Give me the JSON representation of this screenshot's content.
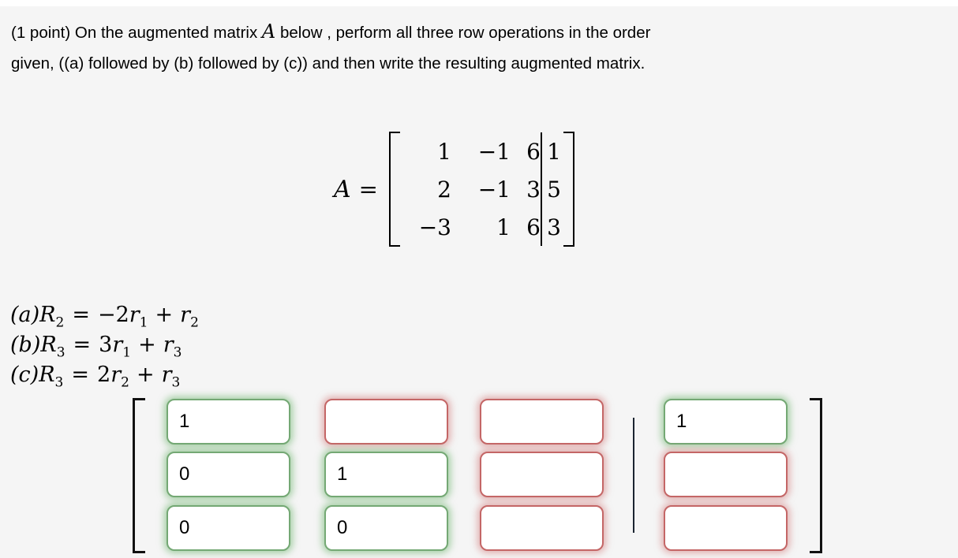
{
  "problem": {
    "line1_pre": "(1 point) On the augmented matrix ",
    "line1_math": "A",
    "line1_post": " below , perform all three row operations in the order",
    "line2": "given, ((a) followed by (b) followed by (c)) and then write the resulting augmented matrix."
  },
  "matrix": {
    "name": "A",
    "equals": "=",
    "rows": [
      [
        "1",
        "−1",
        "6",
        "1"
      ],
      [
        "2",
        "−1",
        "3",
        "5"
      ],
      [
        "−3",
        "1",
        "6",
        "3"
      ]
    ]
  },
  "operations": [
    {
      "label": "(a)",
      "lhs": "R",
      "lhs_sub": "2",
      "eq": "=",
      "coef": "−2",
      "var1": "r",
      "sub1": "1",
      "op": "+",
      "var2": "r",
      "sub2": "2"
    },
    {
      "label": "(b)",
      "lhs": "R",
      "lhs_sub": "3",
      "eq": "=",
      "coef": "3",
      "var1": "r",
      "sub1": "1",
      "op": "+",
      "var2": "r",
      "sub2": "3"
    },
    {
      "label": "(c)",
      "lhs": "R",
      "lhs_sub": "3",
      "eq": "=",
      "coef": "2",
      "var1": "r",
      "sub1": "2",
      "op": "+",
      "var2": "r",
      "sub2": "3"
    }
  ],
  "answer_matrix": {
    "cells": [
      {
        "row": 1,
        "col": 1,
        "value": "1",
        "status": "correct"
      },
      {
        "row": 1,
        "col": 2,
        "value": "",
        "status": "incorrect"
      },
      {
        "row": 1,
        "col": 3,
        "value": "",
        "status": "incorrect"
      },
      {
        "row": 1,
        "col": 4,
        "value": "1",
        "status": "correct"
      },
      {
        "row": 2,
        "col": 1,
        "value": "0",
        "status": "correct"
      },
      {
        "row": 2,
        "col": 2,
        "value": "1",
        "status": "correct"
      },
      {
        "row": 2,
        "col": 3,
        "value": "",
        "status": "incorrect"
      },
      {
        "row": 2,
        "col": 4,
        "value": "",
        "status": "incorrect"
      },
      {
        "row": 3,
        "col": 1,
        "value": "0",
        "status": "correct"
      },
      {
        "row": 3,
        "col": 2,
        "value": "0",
        "status": "correct"
      },
      {
        "row": 3,
        "col": 3,
        "value": "",
        "status": "incorrect"
      },
      {
        "row": 3,
        "col": 4,
        "value": "",
        "status": "incorrect"
      }
    ]
  },
  "colors": {
    "correct_border": "#74a874",
    "incorrect_border": "#c46666",
    "page_background": "#f5f5f5"
  }
}
